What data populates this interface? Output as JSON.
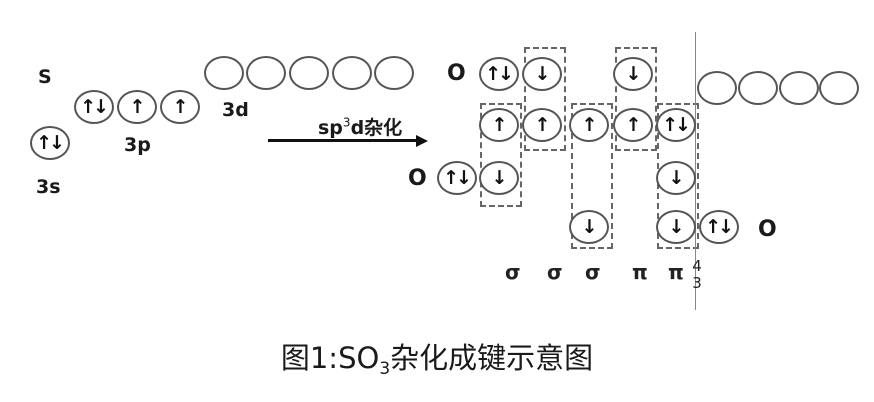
{
  "diagram": {
    "title": "SO3 hybridization bonding diagram",
    "left": {
      "atom_label": "S",
      "subshells": [
        {
          "name": "3s",
          "orbitals": [
            "↑↓"
          ]
        },
        {
          "name": "3p",
          "orbitals": [
            "↑↓",
            "↑",
            "↑"
          ]
        },
        {
          "name": "3d",
          "orbitals": [
            "",
            "",
            "",
            "",
            ""
          ]
        }
      ]
    },
    "arrow": {
      "label_prefix": "sp",
      "label_sup": "3",
      "label_suffix": "d杂化"
    },
    "right": {
      "oxygen_labels": [
        "O",
        "O",
        "O"
      ],
      "row1": [
        "↑↓",
        "↓",
        "↓"
      ],
      "row2": [
        "↑",
        "↑",
        "↑",
        "↑",
        "↑↓"
      ],
      "row3": [
        "↑↓",
        "↓",
        "↓"
      ],
      "row4": [
        "↓",
        "↓",
        "↑↓"
      ],
      "empty_d": [
        "",
        "",
        "",
        ""
      ]
    },
    "bond_labels": [
      "σ",
      "σ",
      "σ",
      "π",
      "π"
    ],
    "delocalized": {
      "sup": "4",
      "sub": "3"
    },
    "caption": {
      "prefix": "图1:SO",
      "sub": "3",
      "suffix": "杂化成键示意图"
    }
  }
}
